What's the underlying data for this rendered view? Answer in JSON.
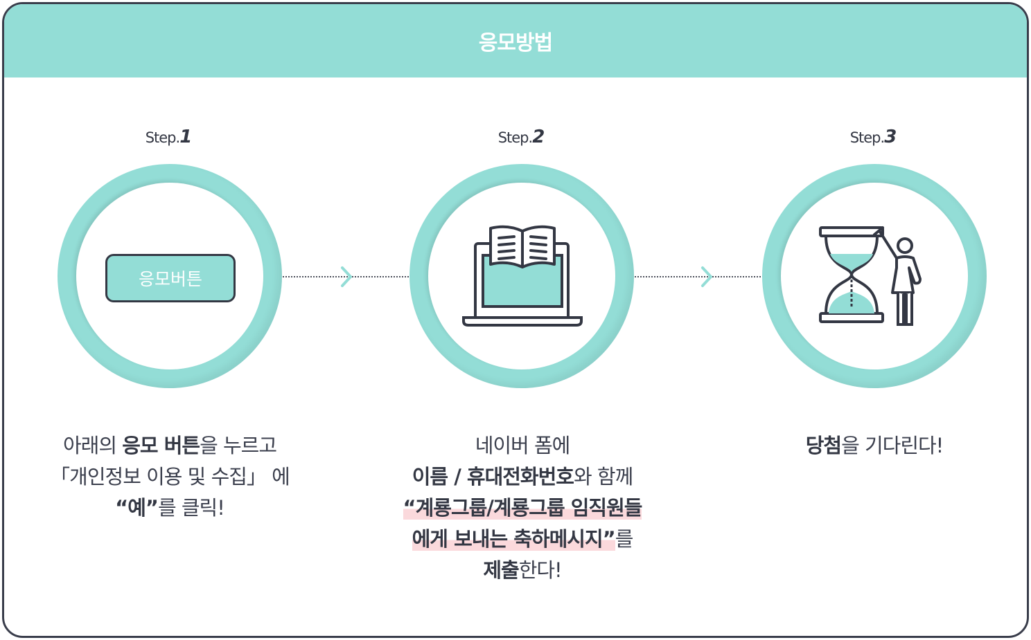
{
  "header": {
    "title": "응모방법"
  },
  "steps": [
    {
      "prefix": "Step.",
      "number": "1",
      "button_label": "응모버튼",
      "lines": [
        [
          "아래의 ",
          "응모 버튼",
          "을 누르고"
        ],
        [
          "「개인정보 이용 및 수집」 에"
        ],
        [
          "“예”",
          "를 클릭!"
        ]
      ]
    },
    {
      "prefix": "Step.",
      "number": "2",
      "icon": "laptop-book-icon",
      "lines": [
        [
          "네이버 폼에"
        ],
        [
          "이름 / 휴대전화번호",
          "와 함께"
        ],
        [
          "“계룡그룹/계룡그룹 임직원들"
        ],
        [
          "에게 보내는 축하메시지”",
          "를"
        ],
        [
          "제출",
          "한다!"
        ]
      ]
    },
    {
      "prefix": "Step.",
      "number": "3",
      "icon": "hourglass-person-icon",
      "lines": [
        [
          "당첨",
          "을 기다린다!"
        ]
      ]
    }
  ],
  "colors": {
    "accent": "#93ddd6",
    "dark": "#333743",
    "highlight": "#fbd9dc"
  }
}
